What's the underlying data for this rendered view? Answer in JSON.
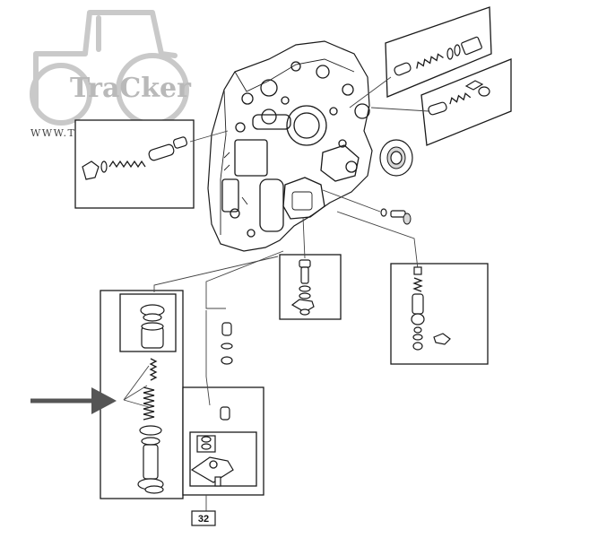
{
  "watermark": {
    "brand": "TraCker",
    "url": "WWW.TRACKER.COM.PL"
  },
  "diagram": {
    "reference_label": "32",
    "arrow_color": "#555555",
    "ink_color": "#1a1a1a"
  }
}
